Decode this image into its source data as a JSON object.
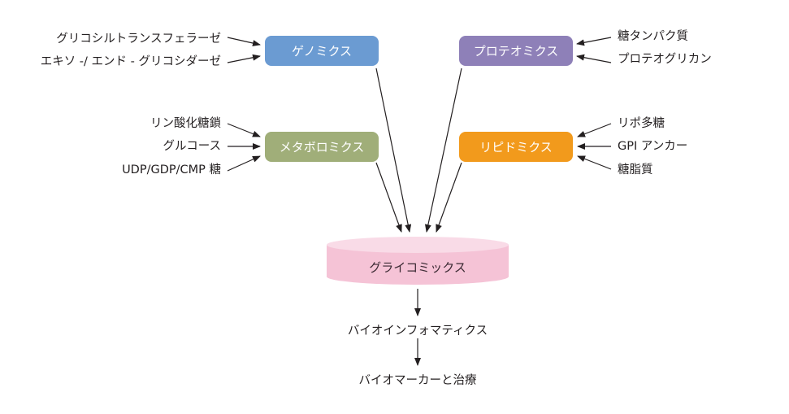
{
  "colors": {
    "genomics": "#6b9bd2",
    "proteomics": "#8e80b8",
    "metabolomics": "#a0ae79",
    "lipidomics": "#f29a1c",
    "glycomics_side": "#f5c3d6",
    "glycomics_top": "#f9dbe7",
    "arrow": "#231f20"
  },
  "nodes": {
    "genomics": "ゲノミクス",
    "proteomics": "プロテオミクス",
    "metabolomics": "メタボロミクス",
    "lipidomics": "リピドミクス",
    "glycomics": "グライコミックス",
    "bioinformatics": "バイオインフォマティクス",
    "biomarkers": "バイオマーカーと治療"
  },
  "inputs": {
    "genomics": [
      "グリコシルトランスフェラーゼ",
      "エキソ -/ エンド - グリコシダーゼ"
    ],
    "proteomics": [
      "糖タンパク質",
      "プロテオグリカン"
    ],
    "metabolomics": [
      "リン酸化糖鎖",
      "グルコース",
      "UDP/GDP/CMP 糖"
    ],
    "lipidomics": [
      "リポ多糖",
      "GPI アンカー",
      "糖脂質"
    ]
  }
}
